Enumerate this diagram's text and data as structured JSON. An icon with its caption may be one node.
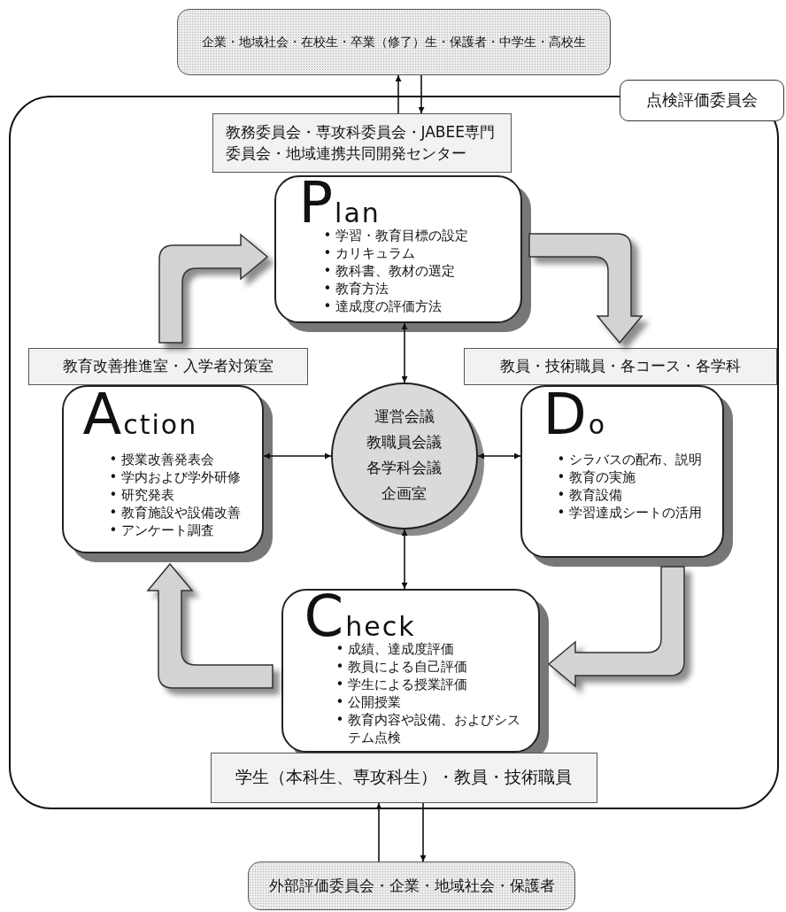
{
  "diagram": {
    "nodes": [
      {
        "text": [
          "点検評価委員会"
        ]
      },
      {
        "text": [
          "企業・地域社会・在校生・卒業（修了）生・保護者・中学生・高校生"
        ]
      },
      {
        "text": [
          "教務委員会・専攻科委員会・JABEE専門委員会・地域連携共同開発センター"
        ],
        "in": 0
      },
      {
        "text": [
          "Plan",
          "• 学習・教育目標の設定",
          "• カリキュラム",
          "• 教科書、教材の選定",
          "• 教育方法",
          "• 達成度の評価方法"
        ],
        "in": 0
      },
      {
        "text": [
          "教育改善推進室・入学者対策室"
        ],
        "in": 0
      },
      {
        "text": [
          "Action",
          "• 授業改善発表会",
          "• 学内および学外研修",
          "• 研究発表",
          "• 教育施設や設備改善",
          "• アンケート調査"
        ],
        "in": 0
      },
      {
        "text": [
          "教員・技術職員・各コース・各学科"
        ],
        "in": 0
      },
      {
        "text": [
          "Do",
          "• シラバスの配布、説明",
          "• 教育の実施",
          "• 教育設備",
          "• 学習達成シートの活用"
        ],
        "in": 0
      },
      {
        "text": [
          "運営会議",
          "教職員会議",
          "各学科会議",
          "企画室"
        ],
        "in": 0
      },
      {
        "text": [
          "Check",
          "• 成績、達成度評価",
          "• 教員による自己評価",
          "• 学生による授業評価",
          "• 公開授業",
          "• 教育内容や設備、およびシステム点検"
        ],
        "in": 0
      },
      {
        "text": [
          "学生（本科生、専攻科生）・教員・技術職員"
        ],
        "in": 0
      },
      {
        "text": [
          "外部評価委員会・企業・地域社会・保護者"
        ]
      }
    ],
    "edges": [
      {
        "from": 2,
        "to": 1,
        "arrow": "to"
      },
      {
        "from": 1,
        "to": 2,
        "arrow": "to"
      },
      {
        "from": 8,
        "to": 3,
        "arrow": "both"
      },
      {
        "from": 8,
        "to": 5,
        "arrow": "both"
      },
      {
        "from": 8,
        "to": 7,
        "arrow": "both"
      },
      {
        "from": 8,
        "to": 9,
        "arrow": "both"
      },
      {
        "from": 10,
        "to": 11,
        "arrow": "to"
      },
      {
        "from": 11,
        "to": 10,
        "arrow": "to"
      },
      {
        "from": 5,
        "to": 3,
        "arrow": "to",
        "style": "thick",
        "color": "#d3d3d3"
      },
      {
        "from": 3,
        "to": 7,
        "arrow": "to",
        "style": "thick",
        "color": "#d3d3d3"
      },
      {
        "from": 7,
        "to": 9,
        "arrow": "to",
        "style": "thick",
        "color": "#d3d3d3"
      },
      {
        "from": 9,
        "to": 5,
        "arrow": "to",
        "style": "thick",
        "color": "#d3d3d3"
      }
    ]
  }
}
